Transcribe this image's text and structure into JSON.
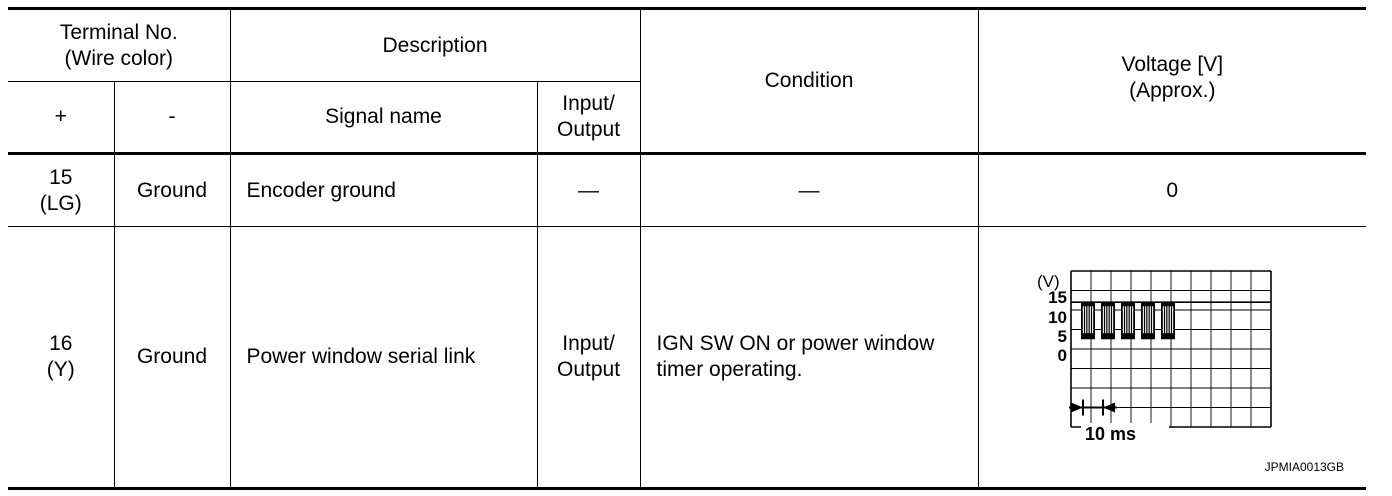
{
  "headers": {
    "terminal": [
      "Terminal No.",
      "(Wire color)"
    ],
    "description": "Description",
    "condition": "Condition",
    "voltage": [
      "Voltage [V]",
      "(Approx.)"
    ],
    "plus": "+",
    "minus": "-",
    "signal_name": "Signal name",
    "io": [
      "Input/",
      "Output"
    ]
  },
  "rows": [
    {
      "terminal": [
        "15",
        "(LG)"
      ],
      "minus": "Ground",
      "signal": "Encoder ground",
      "io": [
        "—"
      ],
      "condition": [
        "—"
      ],
      "voltage": "0"
    },
    {
      "terminal": [
        "16",
        "(Y)"
      ],
      "minus": "Ground",
      "signal": "Power window serial link",
      "io": [
        "Input/",
        "Output"
      ],
      "condition": [
        "IGN SW ON or power window",
        "timer operating."
      ]
    }
  ],
  "waveform": {
    "unit": "(V)",
    "y_ticks": [
      "15",
      "10",
      "5",
      "0"
    ],
    "time_label": "10 ms",
    "code": "JPMIA0013GB",
    "high_level_v": 12,
    "low_level_v": 2.5,
    "time_per_div_ms": 5,
    "bursts_start_ms": [
      2.5,
      7.5,
      12.5,
      17.5,
      22.5
    ],
    "burst_duration_ms": 3.5,
    "arrow_span_ms": [
      3,
      8
    ]
  }
}
